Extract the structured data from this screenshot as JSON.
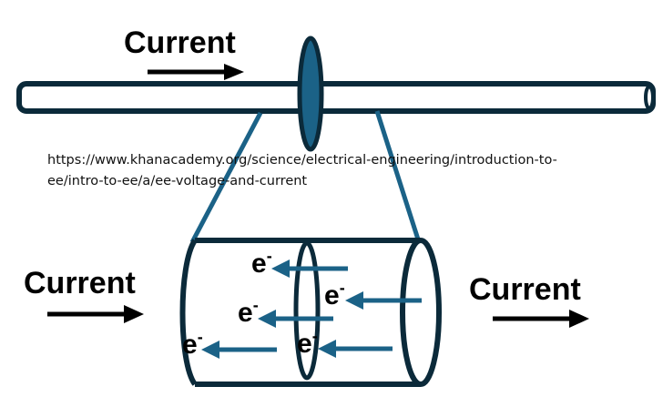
{
  "labels": {
    "current_top": "Current",
    "current_left": "Current",
    "current_right": "Current",
    "electron": "e",
    "electron_sup": "-"
  },
  "source_url": {
    "line1": "https://www.khanacademy.org/science/electrical-engineering/introduction-to-",
    "line2": "ee/intro-to-ee/a/ee-voltage-and-current"
  },
  "colors": {
    "outline": "#0b2a3a",
    "accent": "#1b6287",
    "arrow_black": "#000000"
  },
  "electron_count": 5
}
